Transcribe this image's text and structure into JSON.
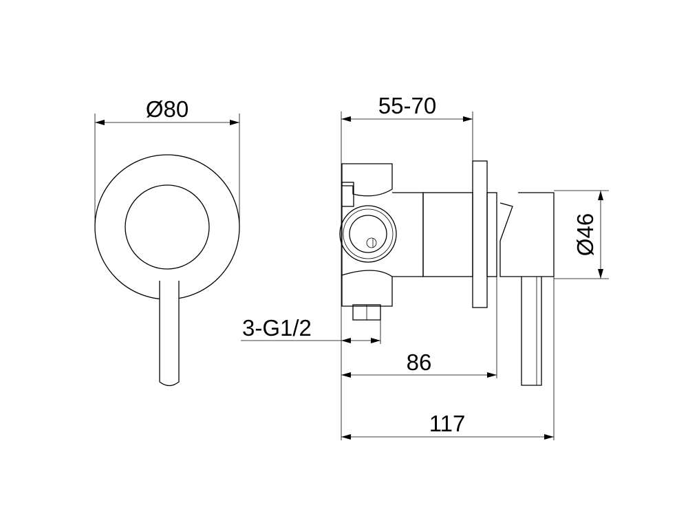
{
  "drawing": {
    "front_view": {
      "diameter_label": "Ø80"
    },
    "side_view": {
      "depth_label": "55-70",
      "handle_diameter_label": "Ø46",
      "connection_label": "3-G1/2",
      "body_length_label": "86",
      "overall_length_label": "117"
    }
  }
}
